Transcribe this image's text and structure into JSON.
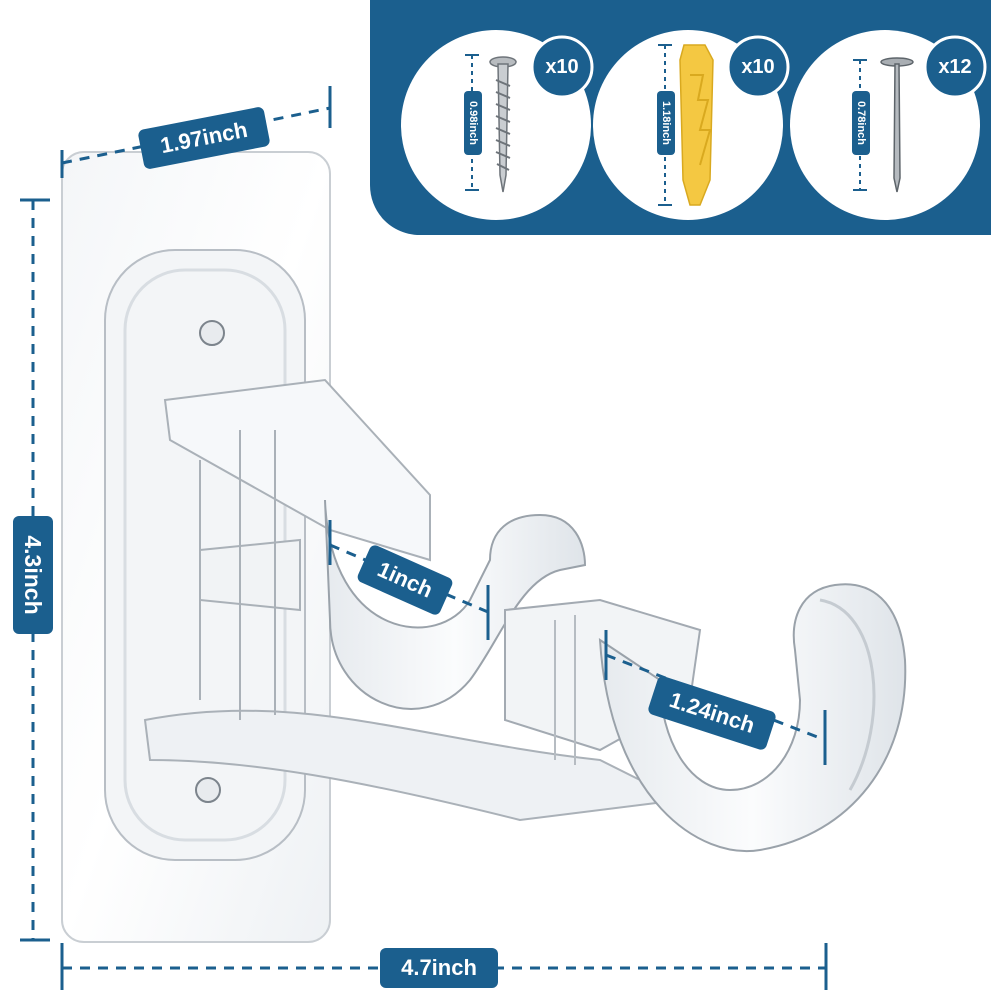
{
  "colors": {
    "accent": "#1b5f8e",
    "plug": "#f4c842",
    "panel_border": "#ffffff"
  },
  "dimensions": {
    "plate_width": "1.97inch",
    "height": "4.3inch",
    "rod_slot_inner": "1inch",
    "rod_slot_outer": "1.24inch",
    "total_depth": "4.7inch"
  },
  "accessories": [
    {
      "icon": "screw-icon",
      "length": "0.98inch",
      "count": "x10"
    },
    {
      "icon": "wall-plug-icon",
      "length": "1.18inch",
      "count": "x10"
    },
    {
      "icon": "nail-icon",
      "length": "0.78inch",
      "count": "x12"
    }
  ]
}
